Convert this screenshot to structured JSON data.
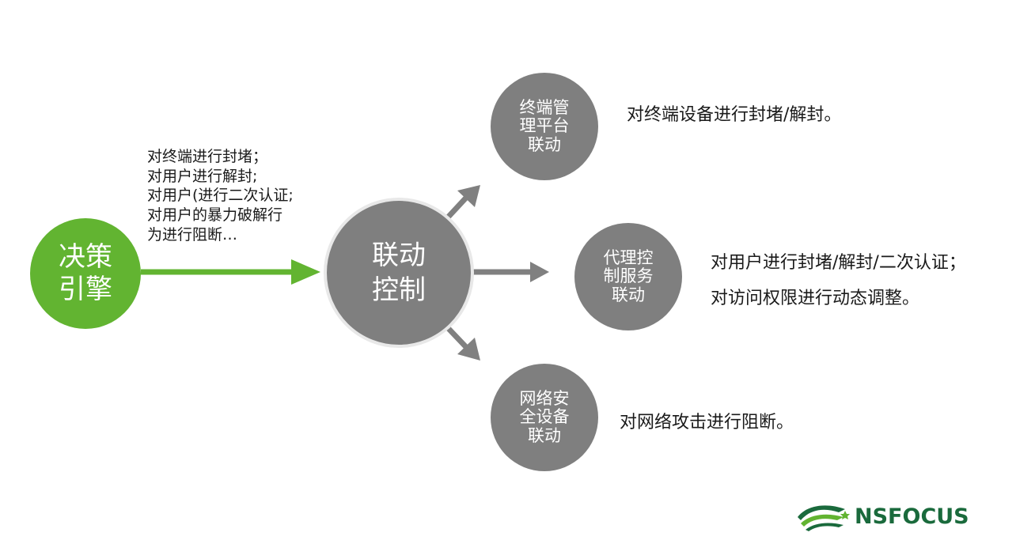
{
  "nodes": {
    "decision": "决策\n引擎",
    "linkage": "联动\n控制",
    "terminal": "终端管\n理平台\n联动",
    "proxy": "代理控\n制服务\n联动",
    "netsec": "网络安\n全设备\n联动"
  },
  "descriptions": {
    "decision": "对终端进行封堵；\n对用户进行解封;\n对用户(进行二次认证;\n对用户的暴力破解行\n为进行阻断…",
    "terminal": "对终端设备进行封堵/解封。",
    "proxy": "对用户进行封堵/解封/二次认证；\n对访问权限进行动态调整。",
    "netsec": "对网络攻击进行阻断。"
  },
  "logo": {
    "wordmark": "NSFOCUS"
  },
  "colors": {
    "green": "#62b431",
    "gray": "#7f7f7f",
    "arrow_gray": "#808080",
    "logo_green": "#1a6a3c"
  }
}
